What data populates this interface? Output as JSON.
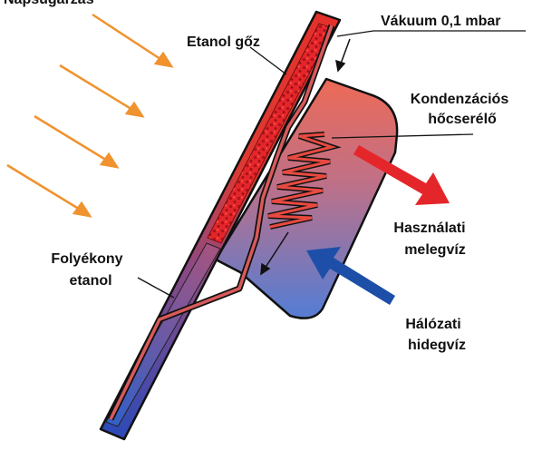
{
  "labels": {
    "napsugarzas": "Napsugárzás",
    "etanol_goz": "Etanol gőz",
    "vakuum": "Vákuum 0,1 mbar",
    "kondenzacios_1": "Kondenzációs",
    "kondenzacios_2": "hőcserélő",
    "hasznalati_1": "Használati",
    "hasznalati_2": "melegvíz",
    "folyekony_1": "Folyékony",
    "folyekony_2": "etanol",
    "halozati_1": "Hálózati",
    "halozati_2": "hidegvíz"
  },
  "colors": {
    "sun_ray": "#f0922e",
    "hot": "#e03030",
    "cold": "#2050b0",
    "hot_arrow": "#e4262a",
    "cold_arrow": "#1d4fa8",
    "outline": "#111111"
  }
}
